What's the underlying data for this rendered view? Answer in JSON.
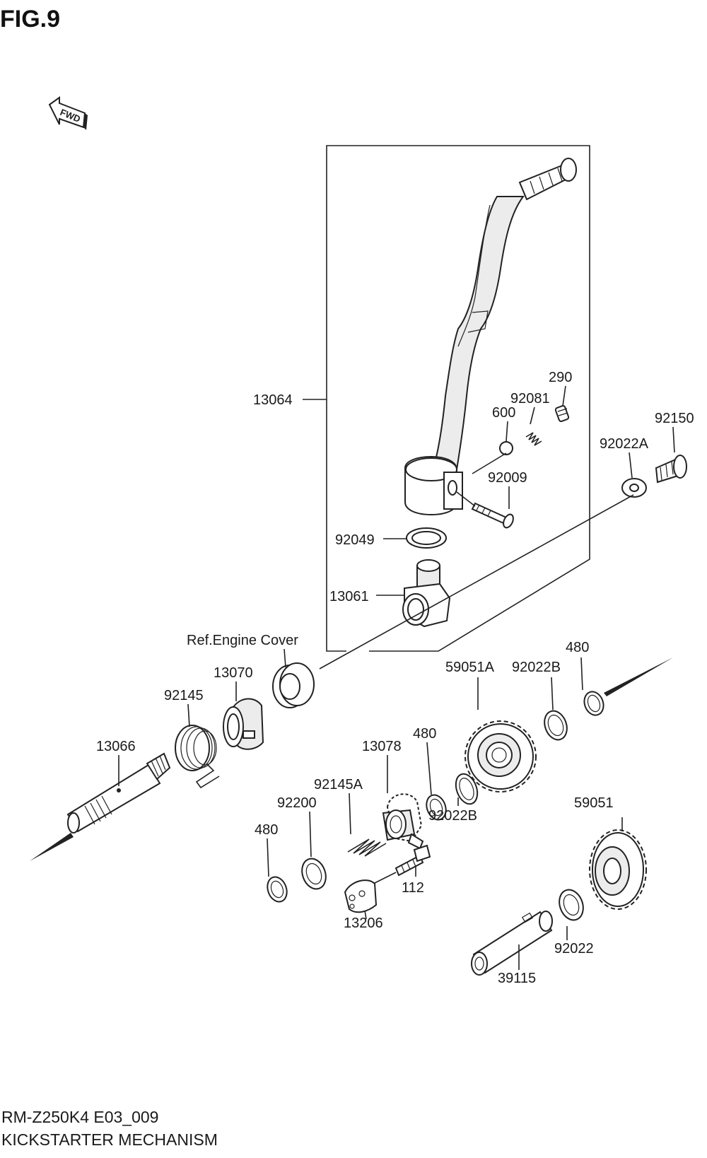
{
  "figure_title": "FIG.9",
  "fwd_label": "FWD",
  "footer": {
    "model_code": "RM-Z250K4 E03_009",
    "section_name": "KICKSTARTER MECHANISM"
  },
  "callouts": {
    "p13064": "13064",
    "p290": "290",
    "p92081": "92081",
    "p600": "600",
    "p92150": "92150",
    "p92022A": "92022A",
    "p92009": "92009",
    "p92049": "92049",
    "p13061": "13061",
    "ref_engine_cover": "Ref.Engine Cover",
    "p13070": "13070",
    "p92145": "92145",
    "p13066": "13066",
    "p480_top": "480",
    "p59051A": "59051A",
    "p92022B_top": "92022B",
    "p13078": "13078",
    "p480_mid": "480",
    "p92145A": "92145A",
    "p92200": "92200",
    "p480_left": "480",
    "p92022B_bottom": "92022B",
    "p59051": "59051",
    "p112": "112",
    "p13206": "13206",
    "p92022": "92022",
    "p39115": "39115"
  }
}
